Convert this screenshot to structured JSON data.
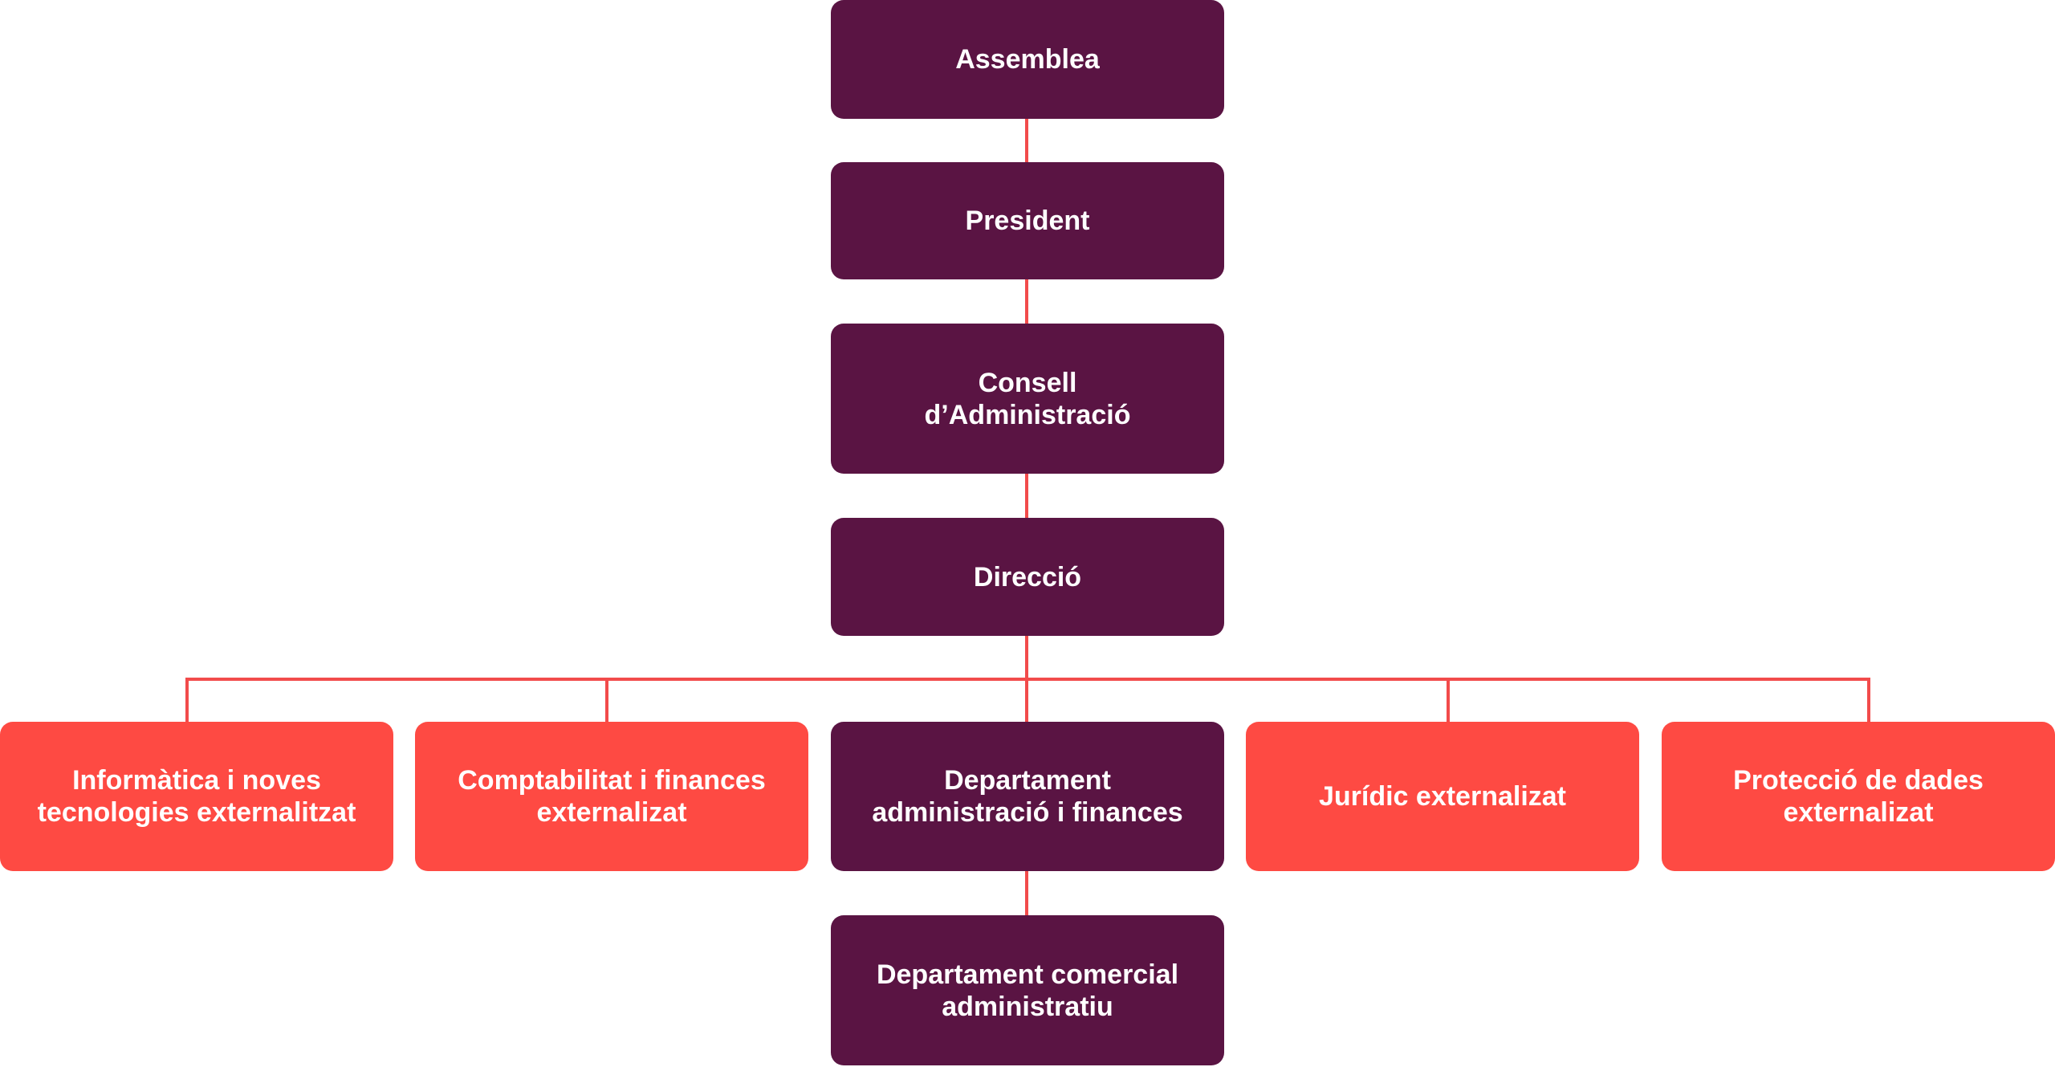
{
  "colors": {
    "internal": "#5a1443",
    "external": "#fe4a43",
    "connector": "#f24b4b"
  },
  "nodes": {
    "assemblea": "Assemblea",
    "president": "President",
    "consell": "Consell\nd’Administració",
    "direccio": "Direcció",
    "informatica": "Informàtica i noves\ntecnologies externalitzat",
    "comptabilitat": "Comptabilitat i finances\nexternalizat",
    "departament_admin": "Departament\nadministració i finances",
    "juridic": "Jurídic externalizat",
    "proteccio": "Protecció de dades\nexternalizat",
    "departament_comercial": "Departament comercial\nadministratiu"
  }
}
